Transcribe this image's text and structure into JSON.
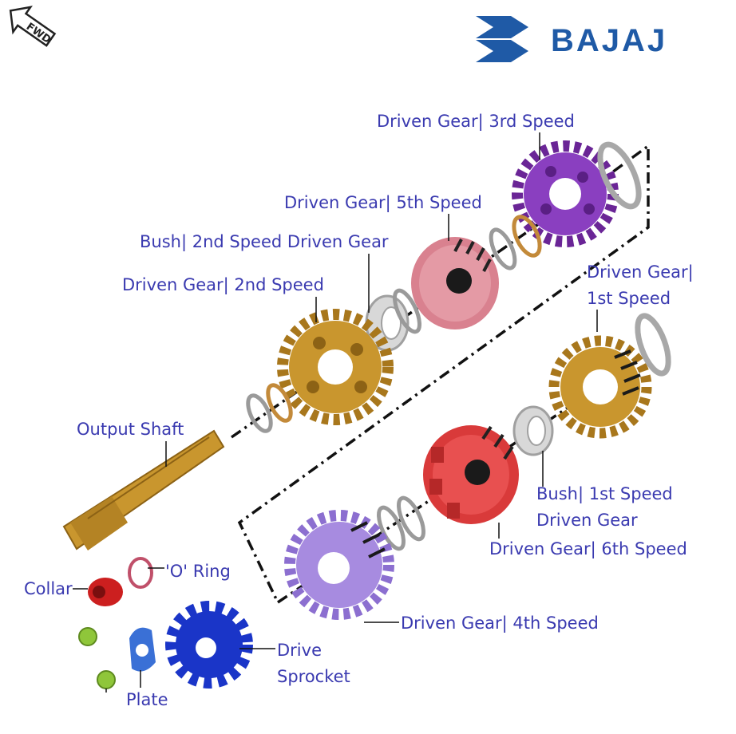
{
  "brand": {
    "name": "BAJAJ",
    "color": "#1f5aa6"
  },
  "direction_badge": {
    "text": "FWD"
  },
  "label_color": "#3a3ab0",
  "parts": [
    {
      "id": "driven-gear-3rd",
      "label": "Driven Gear| 3rd Speed",
      "color": "#8a3fc0"
    },
    {
      "id": "driven-gear-5th",
      "label": "Driven Gear| 5th Speed",
      "color": "#d9818f"
    },
    {
      "id": "bush-2nd",
      "label": "Bush| 2nd Speed Driven Gear",
      "color": "#c8c8c8"
    },
    {
      "id": "driven-gear-2nd",
      "label": "Driven Gear| 2nd Speed",
      "color": "#c9962e"
    },
    {
      "id": "driven-gear-1st",
      "label_lines": [
        "Driven Gear|",
        "1st Speed"
      ],
      "color": "#c9962e"
    },
    {
      "id": "output-shaft",
      "label": "Output Shaft",
      "color": "#c9962e"
    },
    {
      "id": "bush-1st",
      "label_lines": [
        "Bush| 1st Speed",
        "Driven Gear"
      ],
      "color": "#c8c8c8"
    },
    {
      "id": "driven-gear-6th",
      "label": "Driven Gear| 6th Speed",
      "color": "#d93a3a"
    },
    {
      "id": "o-ring",
      "label": "'O' Ring",
      "color": "#c0506a"
    },
    {
      "id": "collar",
      "label": "Collar",
      "color": "#cc1f1f"
    },
    {
      "id": "driven-gear-4th",
      "label": "Driven Gear| 4th Speed",
      "color": "#a78be0"
    },
    {
      "id": "drive-sprocket",
      "label_lines": [
        "Drive",
        "Sprocket"
      ],
      "color": "#1a35c8"
    },
    {
      "id": "plate",
      "label": "Plate",
      "color": "#3a70d6"
    },
    {
      "id": "bolts",
      "color": "#8fc63a"
    }
  ]
}
